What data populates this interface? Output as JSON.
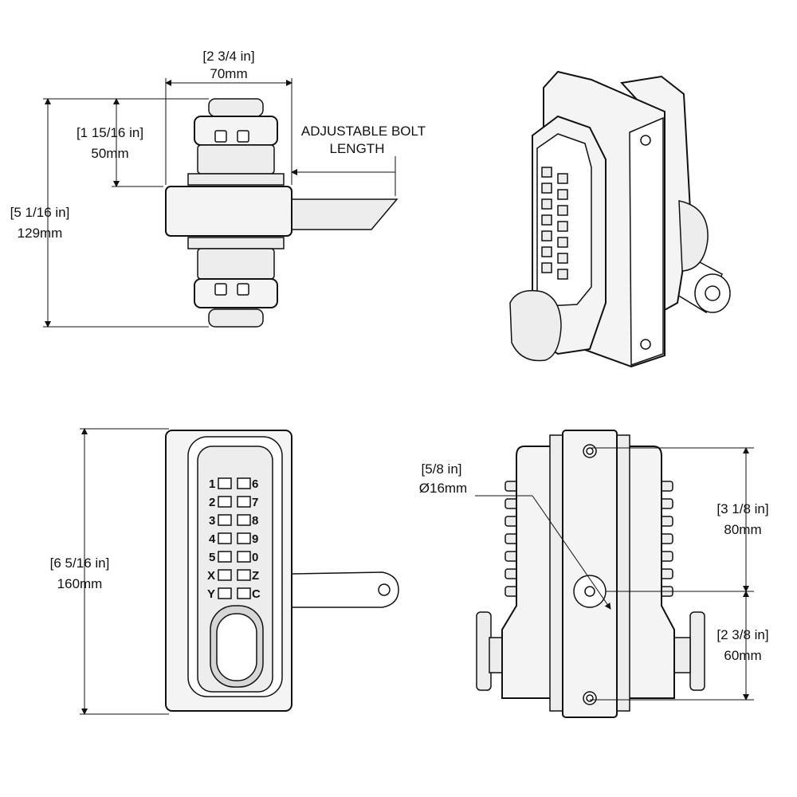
{
  "top_view": {
    "width_in": "[2 3/4 in]",
    "width_mm": "70mm",
    "upper_in": "[1 15/16 in]",
    "upper_mm": "50mm",
    "height_in": "[5 1/16 in]",
    "height_mm": "129mm",
    "bolt_label_1": "ADJUSTABLE BOLT",
    "bolt_label_2": "LENGTH"
  },
  "front_view": {
    "height_in": "[6 5/16 in]",
    "height_mm": "160mm",
    "keys_left": [
      "1",
      "2",
      "3",
      "4",
      "5",
      "X",
      "Y"
    ],
    "keys_right": [
      "6",
      "7",
      "8",
      "9",
      "0",
      "Z",
      "C"
    ]
  },
  "back_view": {
    "hole_in": "[5/8 in]",
    "hole_mm": "Ø16mm",
    "upper_in": "[3 1/8 in]",
    "upper_mm": "80mm",
    "lower_in": "[2 3/8 in]",
    "lower_mm": "60mm"
  }
}
